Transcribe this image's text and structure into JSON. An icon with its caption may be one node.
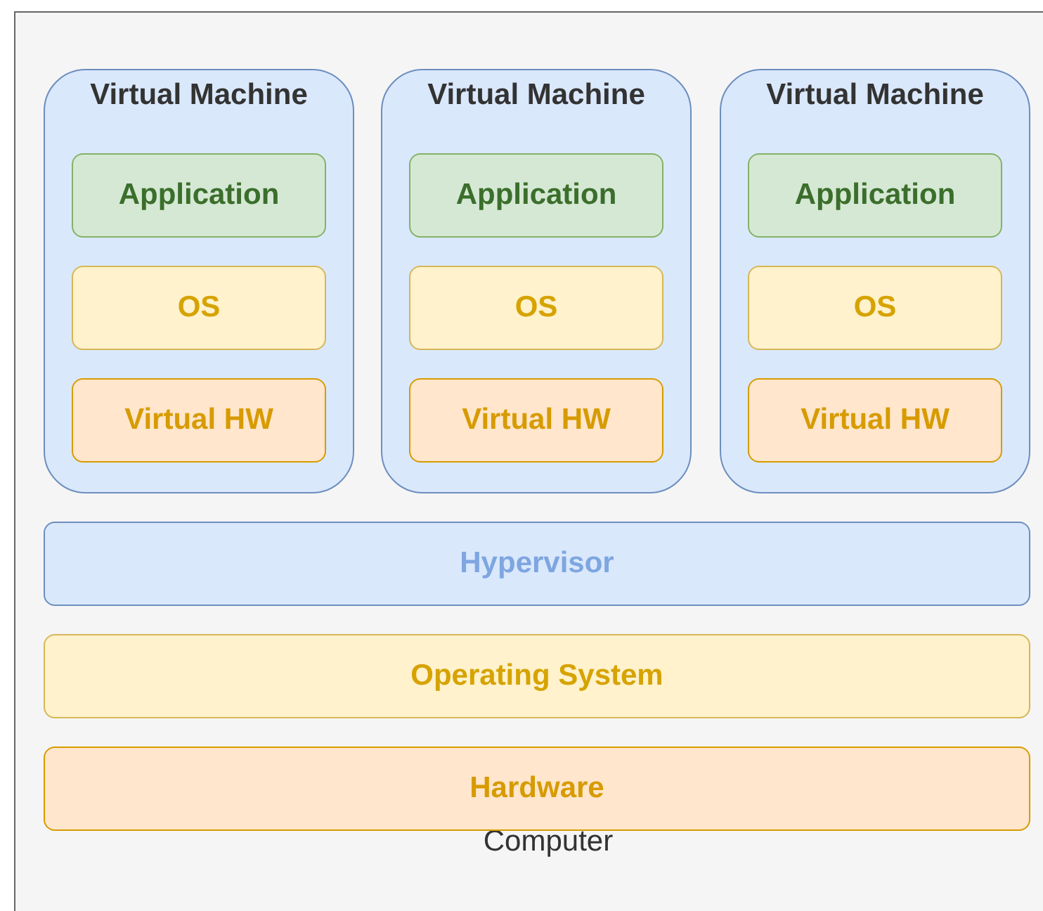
{
  "diagram": {
    "nodes": [
      {
        "text": [
          "Computer"
        ]
      },
      {
        "text": [
          "Virtual Machine"
        ],
        "in": 0
      },
      {
        "text": [
          "Application"
        ],
        "in": 1
      },
      {
        "text": [
          "OS"
        ],
        "in": 1
      },
      {
        "text": [
          "Virtual HW"
        ],
        "in": 1
      },
      {
        "text": [
          "Virtual Machine"
        ],
        "in": 0
      },
      {
        "text": [
          "Application"
        ],
        "in": 5
      },
      {
        "text": [
          "OS"
        ],
        "in": 5
      },
      {
        "text": [
          "Virtual HW"
        ],
        "in": 5
      },
      {
        "text": [
          "Virtual Machine"
        ],
        "in": 0
      },
      {
        "text": [
          "Application"
        ],
        "in": 9
      },
      {
        "text": [
          "OS"
        ],
        "in": 9
      },
      {
        "text": [
          "Virtual HW"
        ],
        "in": 9
      },
      {
        "text": [
          "Hypervisor"
        ],
        "in": 0
      },
      {
        "text": [
          "Operating System"
        ],
        "in": 0
      },
      {
        "text": [
          "Hardware"
        ],
        "in": 0
      }
    ]
  }
}
